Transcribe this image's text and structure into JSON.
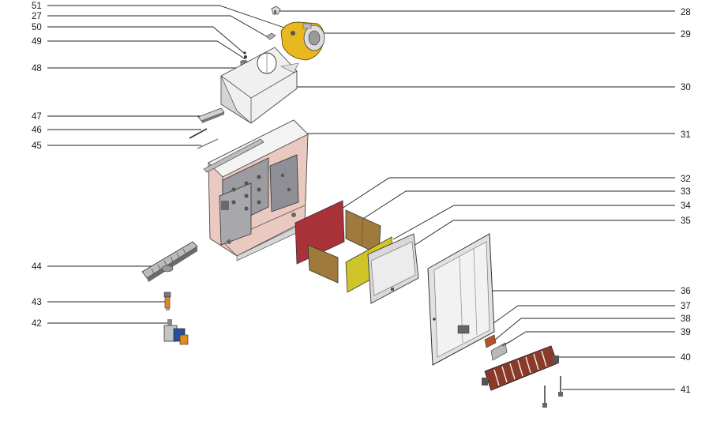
{
  "parts_left": [
    {
      "num": "51"
    },
    {
      "num": "27"
    },
    {
      "num": "50"
    },
    {
      "num": "49"
    },
    {
      "num": "48"
    },
    {
      "num": "47"
    },
    {
      "num": "46"
    },
    {
      "num": "45"
    },
    {
      "num": "44"
    },
    {
      "num": "43"
    },
    {
      "num": "42"
    }
  ],
  "parts_right": [
    {
      "num": "28"
    },
    {
      "num": "29"
    },
    {
      "num": "30"
    },
    {
      "num": "31"
    },
    {
      "num": "32"
    },
    {
      "num": "33"
    },
    {
      "num": "34"
    },
    {
      "num": "35"
    },
    {
      "num": "36"
    },
    {
      "num": "37"
    },
    {
      "num": "38"
    },
    {
      "num": "39"
    },
    {
      "num": "40"
    },
    {
      "num": "41"
    }
  ],
  "colors": {
    "fan_yellow": "#e8b820",
    "frame_pink": "#e9c9c0",
    "panel_red": "#a83238",
    "insulation_brown": "#a07a3c",
    "panel_yellow": "#cfc52a",
    "metal_grey": "#c8c8c8",
    "valve_blue": "#2b4fa0",
    "valve_orange": "#e28a22",
    "copper": "#b5532e"
  }
}
